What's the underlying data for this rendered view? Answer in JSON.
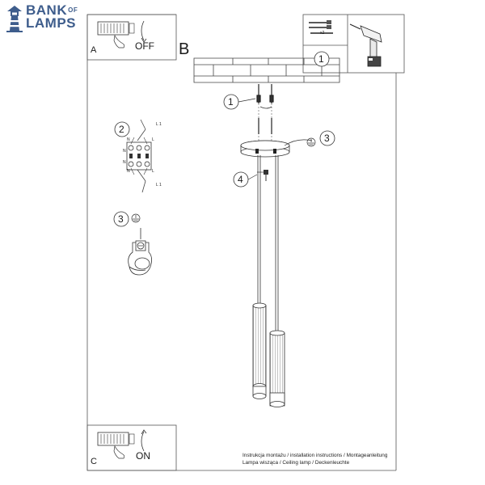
{
  "brand": {
    "line1": "BANK",
    "line1_small": "OF",
    "line2": "LAMPS",
    "color": "#3e5d8c"
  },
  "panel_a": {
    "letter": "A",
    "switch_label": "OFF"
  },
  "panel_b": {
    "letter": "B"
  },
  "panel_c": {
    "letter": "C",
    "switch_label": "ON"
  },
  "tools_box": {
    "step": "1",
    "screws_count": "x2"
  },
  "callouts": {
    "screws": "1",
    "wiring": "2",
    "ground_top": "3",
    "ground_left": "3",
    "clamp": "4"
  },
  "wiring": {
    "terminal_n_top": "N",
    "terminal_l1_top": "L 1",
    "terminal_n_bottom": "N",
    "terminal_l1_bottom": "L 1",
    "l_mark_top": "L",
    "l_mark_bottom": "L",
    "n_mark_top": "N",
    "n_mark_bottom": "N"
  },
  "footer": {
    "line1": "Instrukcja montażu / installation instructions / Montageanleitung",
    "line2": "Lampa wisząca / Ceiling lamp / Deckenleuchte"
  }
}
